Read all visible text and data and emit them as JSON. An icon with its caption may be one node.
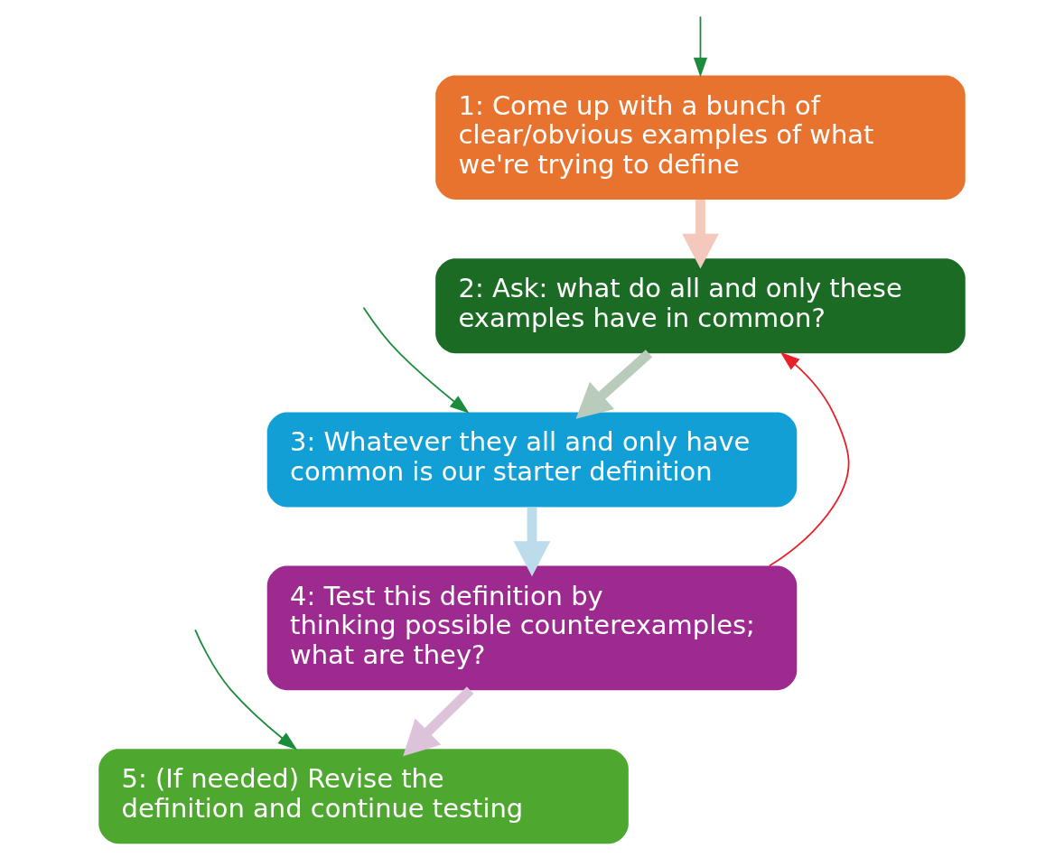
{
  "diagram": {
    "nodes": [
      {
        "text": [
          "1: Come up with a bunch of clear/obvious examples of what we're trying to define"
        ]
      },
      {
        "text": [
          "2: Ask: what do all and only these examples have in common?"
        ]
      },
      {
        "text": [
          "3: Whatever they all and only have common is our starter definition"
        ]
      },
      {
        "text": [
          "4: Test this definition by thinking possible counterexamples; what are they?"
        ]
      },
      {
        "text": [
          "5: (If needed) Revise the definition and continue testing"
        ]
      }
    ],
    "edges": [
      {
        "from": 0,
        "to": 1,
        "arrow": "to",
        "style": "thick",
        "color": "#f4c9bd"
      },
      {
        "from": 1,
        "to": 2,
        "arrow": "to",
        "style": "thick",
        "color": "#b9cbbb"
      },
      {
        "from": 2,
        "to": 3,
        "arrow": "to",
        "style": "thick",
        "color": "#bcdcec"
      },
      {
        "from": 3,
        "to": 4,
        "arrow": "to",
        "style": "thick",
        "color": "#dcc3da"
      },
      {
        "from": null,
        "to": 0,
        "arrow": "to",
        "color": "#1c8c3c"
      },
      {
        "from": null,
        "to": 2,
        "arrow": "to",
        "color": "#1c8c3c"
      },
      {
        "from": null,
        "to": 4,
        "arrow": "to",
        "color": "#1c8c3c"
      },
      {
        "from": 3,
        "to": 1,
        "arrow": "to",
        "color": "#e8202a"
      }
    ]
  }
}
